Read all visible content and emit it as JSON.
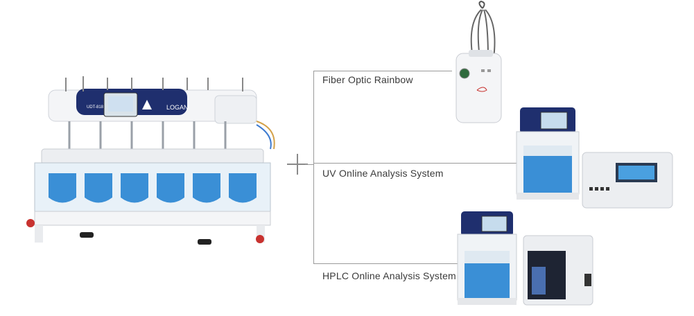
{
  "connector": {
    "symbol": "+"
  },
  "options": [
    {
      "label": "Fiber Optic Rainbow"
    },
    {
      "label": "UV Online Analysis System"
    },
    {
      "label": "HPLC Online Analysis System"
    }
  ],
  "main_device": {
    "model_text": "UDT-818",
    "brand_text": "LOGAN",
    "icon": "dissolution-tester-icon"
  },
  "colors": {
    "vessel_blue": "#3a8fd6",
    "panel_navy": "#1f2f6e",
    "line_gray": "#9a9a9a",
    "body_white": "#f2f3f5"
  }
}
